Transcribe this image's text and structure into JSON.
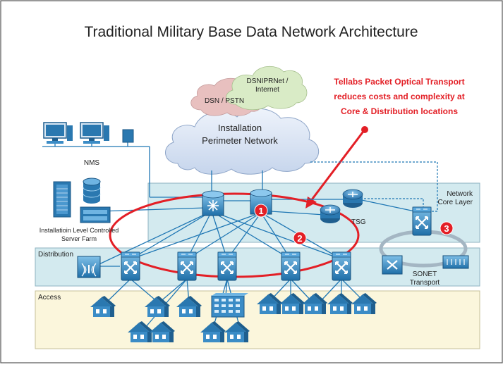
{
  "title": "Traditional Military Base Data Network Architecture",
  "clouds": {
    "dsn": "DSN / PSTN",
    "dsnipr_line1": "DSNIPRNet /",
    "dsnipr_line2": "Internet",
    "perimeter_line1": "Installation",
    "perimeter_line2": "Perimeter Network"
  },
  "callout": {
    "line1": "Tellabs Packet Optical Transport",
    "line2": "reduces costs and complexity at",
    "line3": "Core & Distribution locations"
  },
  "labels": {
    "nms": "NMS",
    "network_core_line1": "Network",
    "network_core_line2": "Core Layer",
    "tsg": "TSG",
    "server_farm_line1": "Installatioin Level Controlled",
    "server_farm_line2": "Server Farm",
    "distribution": "Distribution",
    "access": "Access",
    "sonet_line1": "SONET",
    "sonet_line2": "Transport"
  },
  "markers": [
    "1",
    "2",
    "3"
  ],
  "colors": {
    "accent_red": "#e31f26",
    "core_band": "#d3eaef",
    "distribution_band": "#d3eaef",
    "access_band": "#fbf6dc",
    "device_blue": "#2b7fb8",
    "line_blue": "#1f77b4"
  }
}
